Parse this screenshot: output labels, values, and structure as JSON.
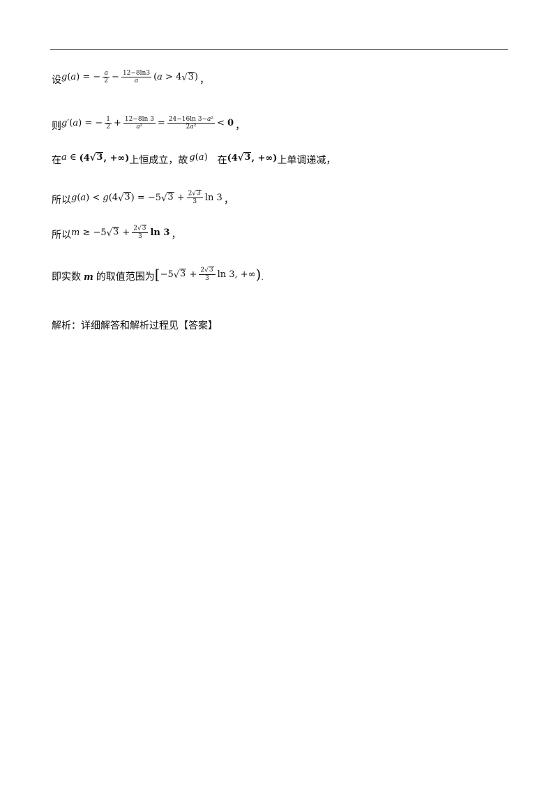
{
  "lines": [
    {
      "prefix": "设",
      "math": "g(a) = −a/2 − (12−8ln3)/a (a > 4√3)",
      "suffix": "，"
    },
    {
      "prefix": "则",
      "math": "g′(a) = −1/2 + (12−8ln 3)/a² = (24−16ln 3−a²)/(2a²) < 0",
      "suffix": "，"
    },
    {
      "prefix": "在",
      "math1": "a ∈ (4√3, +∞)",
      "text1": "上恒成立，故",
      "math2": "g(a)",
      "text2": "在",
      "math3": "(4√3, +∞)",
      "suffix": "上单调递减，"
    },
    {
      "prefix": "所以",
      "math": "g(a) < g(4√3) = −5√3 + (2√3/3)ln 3",
      "suffix": "，"
    },
    {
      "prefix": "所以",
      "math": "m ≥ −5√3 + (2√3/3)ln 3",
      "suffix": "，"
    },
    {
      "prefix": "即实数",
      "var": "m",
      "text": "的取值范围为",
      "math": "[−5√3 + (2√3/3)ln 3, +∞)",
      "suffix": "."
    }
  ],
  "analysis": "解析：详细解答和解析过程见【答案】"
}
